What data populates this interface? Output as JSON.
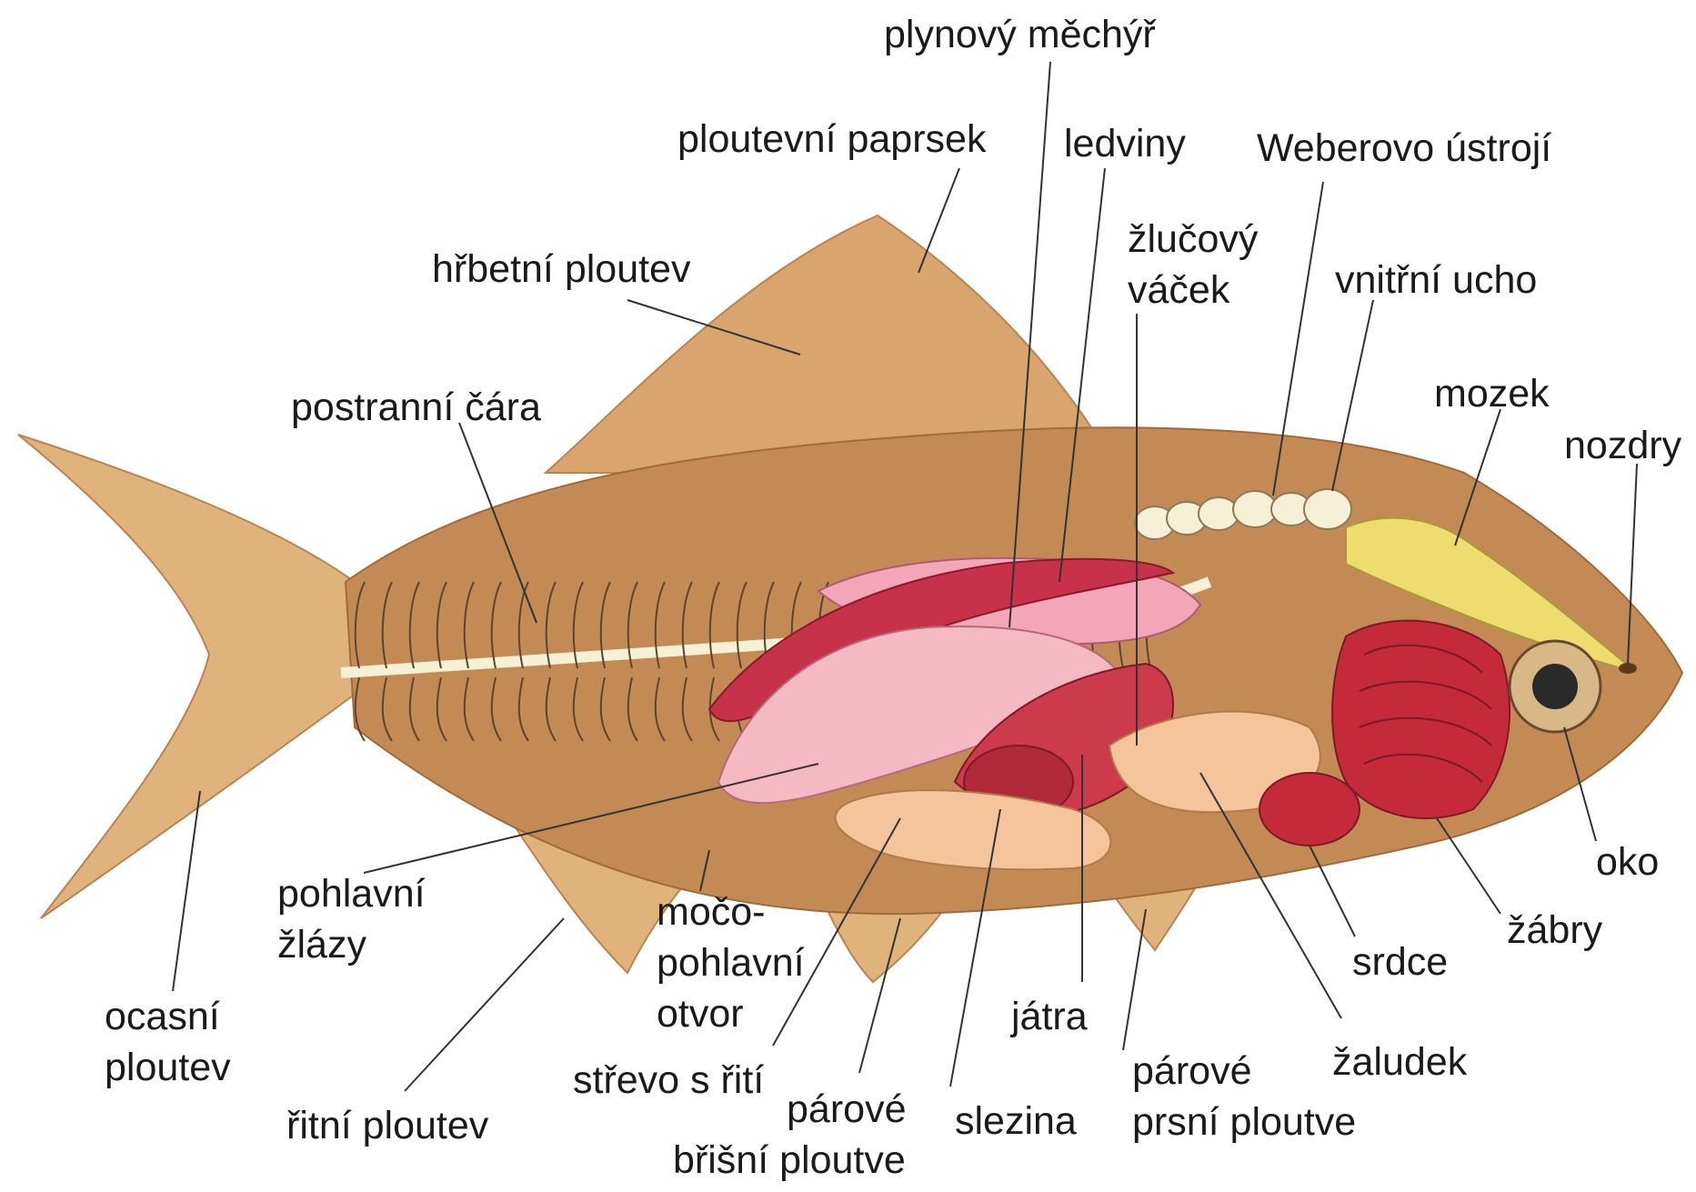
{
  "labels": {
    "plynovy_mechyr": "plynový měchýř",
    "ploutevni_paprsek": "ploutevní paprsek",
    "ledviny": "ledviny",
    "weberovo_ustroji": "Weberovo ústrojí",
    "zlucovy_vacek": [
      "žlučový",
      "váček"
    ],
    "vnitrni_ucho": "vnitřní ucho",
    "hrbetni_ploutev": "hřbetní ploutev",
    "postranni_cara": "postranní čára",
    "mozek": "mozek",
    "nozdry": "nozdry",
    "oko": "oko",
    "zabry": "žábry",
    "srdce": "srdce",
    "zaludek": "žaludek",
    "parove_prsni_ploutve": [
      "párové",
      "prsní ploutve"
    ],
    "jatra": "játra",
    "slezina": "slezina",
    "parove_brisni_ploutve": [
      "párové",
      "břišní ploutve"
    ],
    "strevo_s_riti": "střevo s řití",
    "mocopohlavni_otvor": [
      "močo-",
      "pohlavní",
      "otvor"
    ],
    "ritni_ploutev": "řitní ploutev",
    "pohlavni_zlazy": [
      "pohlavní",
      "žlázy"
    ],
    "ocasni_ploutev": [
      "ocasní",
      "ploutev"
    ]
  },
  "colors": {
    "body": "#c48a56",
    "fin": "#e0b27c",
    "skeleton": "#f6f0d6",
    "bladder": "#f2a6b8",
    "kidney": "#c7324a",
    "gonad": "#f5b9c4",
    "liver": "#cc3a4c",
    "intestine": "#f6c49a",
    "gills": "#c52a3a",
    "brain": "#eedd6e",
    "leader_line": "#333333"
  }
}
